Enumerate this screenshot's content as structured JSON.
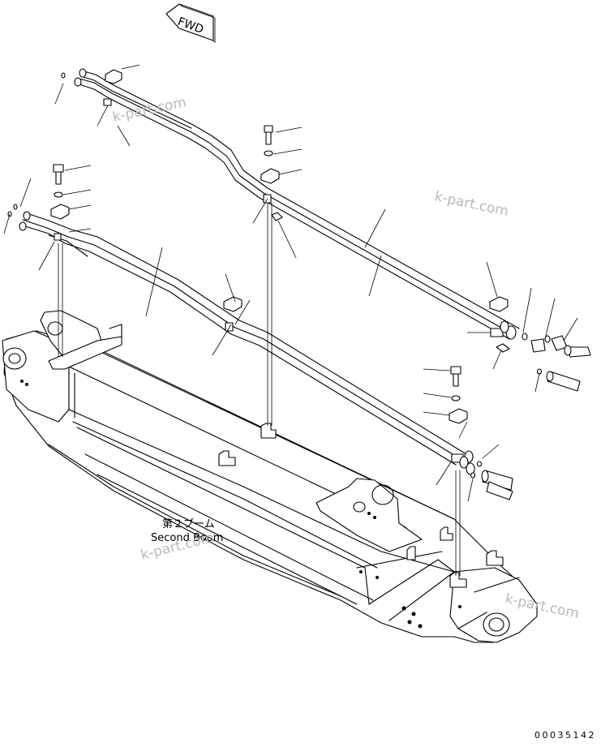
{
  "direction_arrow": {
    "label": "FWD"
  },
  "part_name": {
    "japanese": "第２ブーム",
    "english": "Second Boom"
  },
  "watermarks": [
    "k-part.com",
    "k-part.com",
    "k-part.com",
    "k-part.com"
  ],
  "drawing_number": "00035142"
}
